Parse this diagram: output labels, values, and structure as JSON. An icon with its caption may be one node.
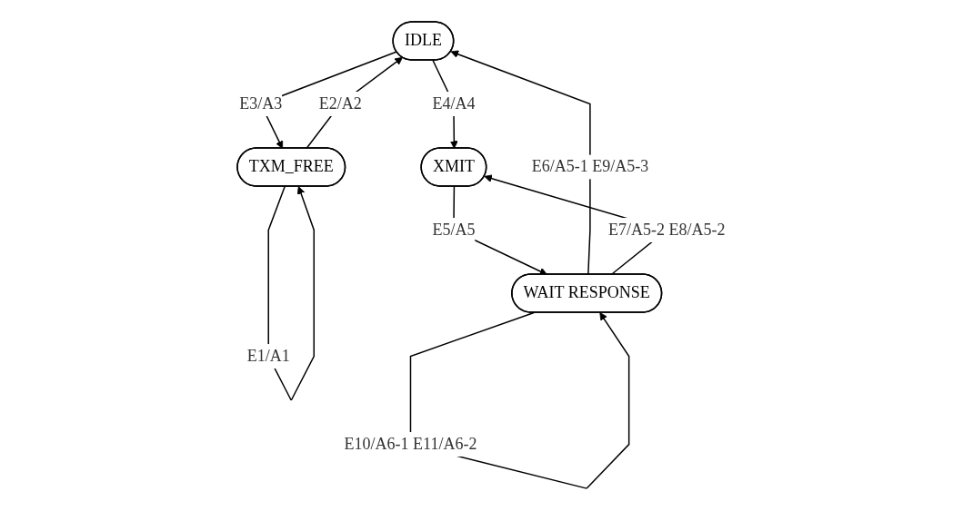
{
  "diagram": {
    "nodes": [
      {
        "text": [
          "IDLE"
        ]
      },
      {
        "text": [
          "TXM_FREE"
        ]
      },
      {
        "text": [
          "XMIT"
        ]
      },
      {
        "text": [
          "WAIT RESPONSE"
        ]
      }
    ],
    "edges": [
      {
        "from": 1,
        "to": 1,
        "arrow": "to",
        "label": "E1/A1"
      },
      {
        "from": 1,
        "to": 0,
        "arrow": "to",
        "label": "E2/A2"
      },
      {
        "from": 0,
        "to": 1,
        "arrow": "to",
        "label": "E3/A3"
      },
      {
        "from": 0,
        "to": 2,
        "arrow": "to",
        "label": "E4/A4"
      },
      {
        "from": 2,
        "to": 3,
        "arrow": "to",
        "label": "E5/A5"
      },
      {
        "from": 3,
        "to": 0,
        "arrow": "to",
        "label": "E6/A5-1 E9/A5-3"
      },
      {
        "from": 3,
        "to": 2,
        "arrow": "to",
        "label": "E7/A5-2 E8/A5-2"
      },
      {
        "from": 3,
        "to": 3,
        "arrow": "to",
        "label": "E10/A6-1 E11/A6-2"
      }
    ]
  }
}
